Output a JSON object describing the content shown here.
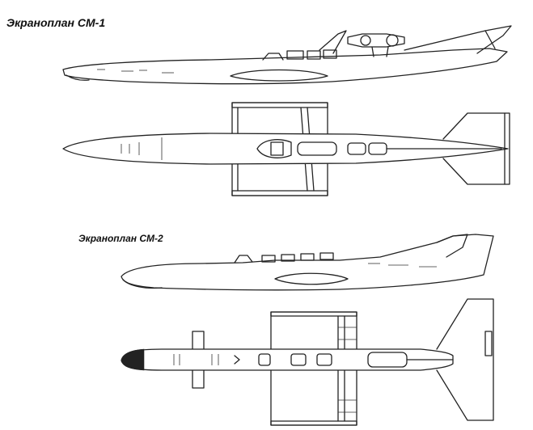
{
  "captions": {
    "sm1": "Экраноплан СМ-1",
    "sm2": "Экраноплан СМ-2"
  },
  "colors": {
    "ink": "#222222",
    "paper": "#ffffff"
  },
  "drawings": [
    {
      "id": "sm1",
      "views": [
        "side-view",
        "top-view"
      ]
    },
    {
      "id": "sm2",
      "views": [
        "side-view",
        "top-view"
      ]
    }
  ]
}
